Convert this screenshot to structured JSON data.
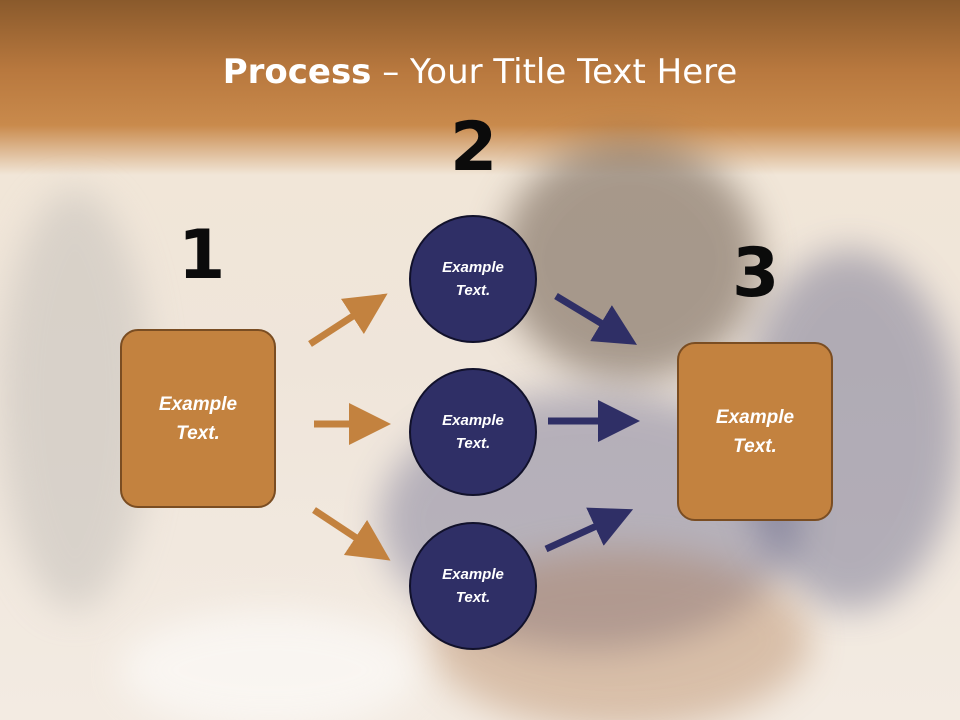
{
  "title": {
    "bold": "Process",
    "rest": " – Your Title Text Here"
  },
  "numbers": [
    "1",
    "2",
    "3"
  ],
  "left_box": {
    "text": "Example Text."
  },
  "circles": [
    {
      "text": "Example Text."
    },
    {
      "text": "Example Text."
    },
    {
      "text": "Example Text."
    }
  ],
  "right_box": {
    "text": "Example Text."
  },
  "colors": {
    "orange": "#c3823f",
    "navy": "#2f2f66",
    "header": "#b8783e"
  }
}
